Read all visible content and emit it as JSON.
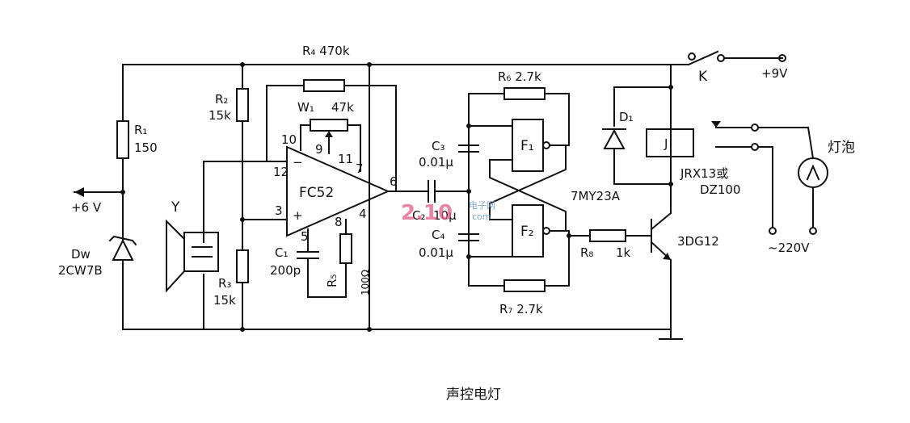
{
  "labels": {
    "r4": "R₄ 470k",
    "r2_name": "R₂",
    "r2_val": "15k",
    "r1_name": "R₁",
    "r1_val": "150",
    "w1_name": "W₁",
    "w1_val": "47k",
    "ic_name": "FC52",
    "pin10": "10",
    "pin9": "9",
    "pin11": "11",
    "pin7": "7",
    "pin12": "12",
    "pin3": "3",
    "pin6": "6",
    "pin5": "5",
    "pin8": "8",
    "pin4": "4",
    "minus": "−",
    "plus": "+",
    "c1_name": "C₁",
    "c1_val": "200p",
    "r5_name": "R₅",
    "r5_val": "100Ω",
    "r3_name": "R₃",
    "r3_val": "15k",
    "y": "Y",
    "v6": "+6 V",
    "dw_name": "Dᴡ",
    "dw_val": "2CW7B",
    "c3_name": "C₃",
    "c3_val": "0.01μ",
    "c2_name": "C₂",
    "c2_val": "10μ",
    "c4_name": "C₄",
    "c4_val": "0.01μ",
    "r6": "R₆ 2.7k",
    "r7": "R₇ 2.7k",
    "f1": "F₁",
    "f2": "F₂",
    "gate_chip": "7MY23A",
    "r8_name": "R₈",
    "r8_val": "1k",
    "transistor": "3DG12",
    "k": "K",
    "v9": "+9V",
    "d1": "D₁",
    "relay_j": "J",
    "relay_model_1": "JRX13或",
    "relay_model_2": "DZ100",
    "lamp": "灯泡",
    "v220": "~220V",
    "caption": "声控电灯",
    "watermark_num": "2.10",
    "watermark_text": "电子网",
    "watermark_dom": "com"
  }
}
